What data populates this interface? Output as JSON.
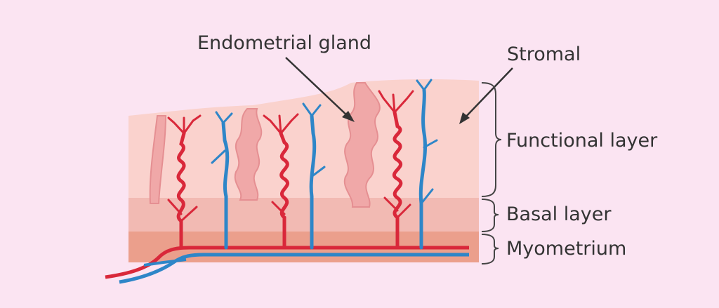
{
  "labels": {
    "endometrial_gland": "Endometrial gland",
    "stromal": "Stromal",
    "functional_layer": "Functional layer",
    "basal_layer": "Basal layer",
    "myometrium": "Myometrium"
  },
  "colors": {
    "background": "#fbe4f2",
    "functional": "#fad2cd",
    "basal": "#f2bab3",
    "myometrium": "#eb9f8c",
    "artery": "#d9283a",
    "vein": "#2e86c8",
    "gland": "#f0a8a8",
    "gland_outline": "#e58f92",
    "text": "#333333"
  }
}
